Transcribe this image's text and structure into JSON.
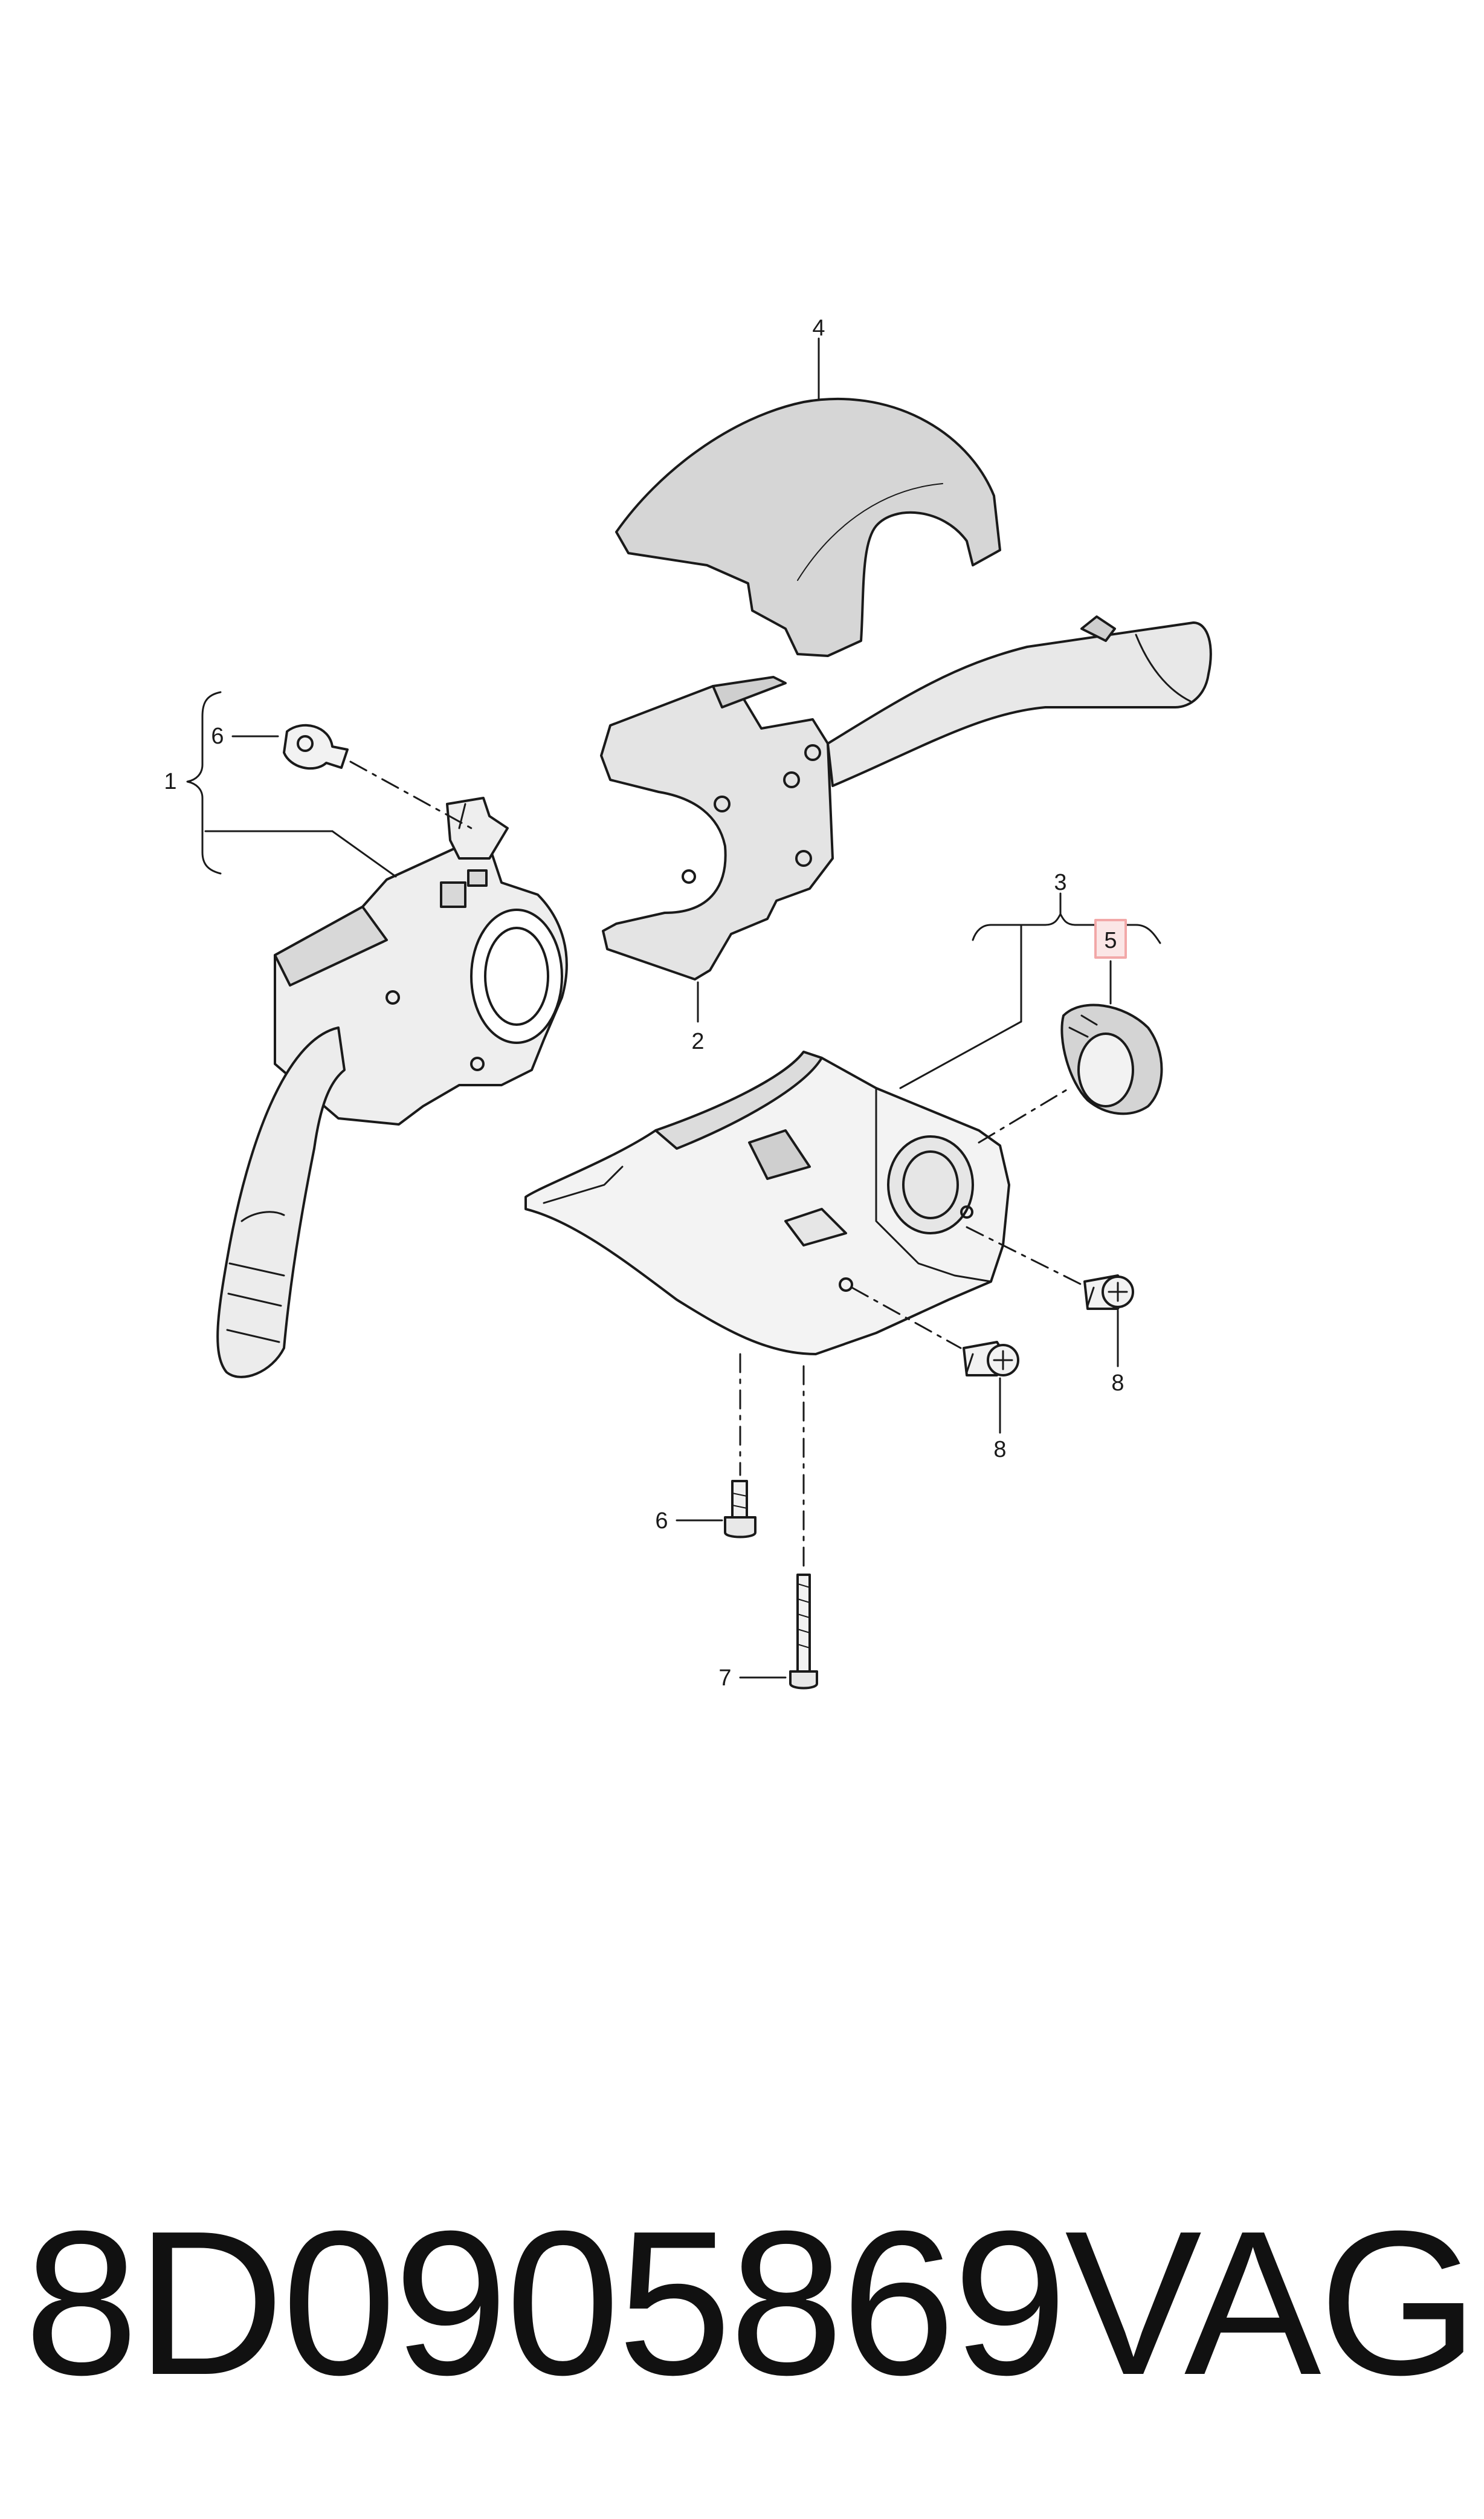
{
  "callouts": {
    "c1": "1",
    "c2": "2",
    "c3": "3",
    "c4": "4",
    "c5": "5",
    "c6_top": "6",
    "c6_bottom": "6",
    "c7": "7",
    "c8_right": "8",
    "c8_left": "8"
  },
  "footer": {
    "part_number": "8D0905869",
    "brand": "VAG"
  },
  "colors": {
    "outline": "#1a1a1a",
    "body_fill": "#f6f6f6",
    "shade_fill": "#d2d2d2",
    "highlight_box": "#f2a8a8"
  }
}
